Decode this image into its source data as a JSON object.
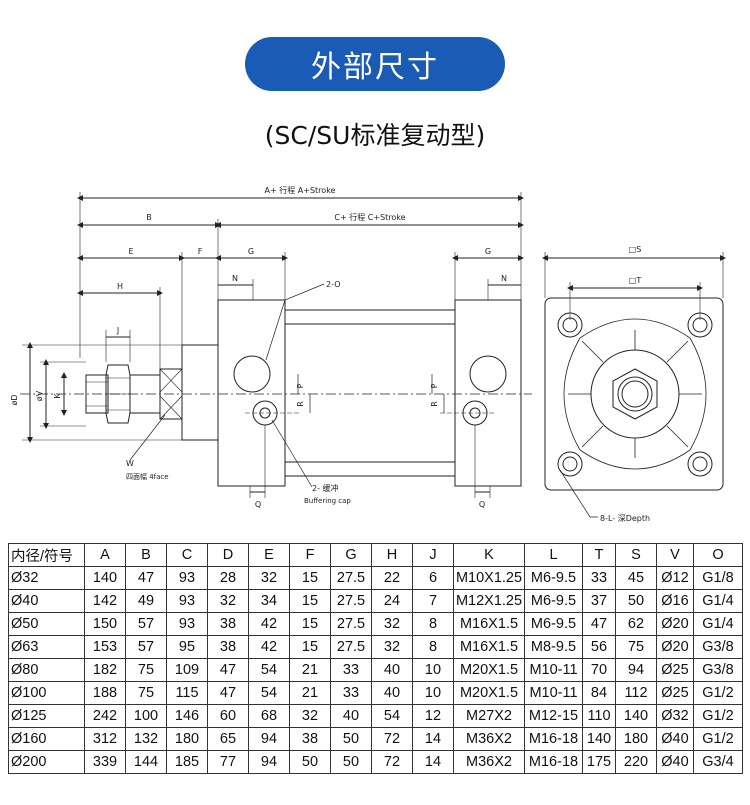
{
  "header": {
    "title": "外部尺寸",
    "subtitle": "(SC/SU标准复动型)"
  },
  "drawing": {
    "dim_labels": {
      "a_stroke": "A+ 行程 A+Stroke",
      "b": "B",
      "c_stroke": "C+ 行程 C+Stroke",
      "e": "E",
      "f": "F",
      "g_left": "G",
      "g_right": "G",
      "h": "H",
      "j": "J",
      "n_left": "N",
      "n_right": "N",
      "k": "K",
      "v": "øV",
      "d": "øD",
      "p_left": "P",
      "r_left": "R",
      "p_right": "P",
      "r_right": "R",
      "q_left": "Q",
      "q_right": "Q",
      "w": "W",
      "s": "□S",
      "t": "□T"
    },
    "annotations": {
      "two_o": "2-O",
      "two_buffer": "2- 缓冲",
      "buffering_cap": "Buffering cap",
      "four_face": "四面幅 4face",
      "eight_l": "8-L- 深Depth"
    }
  },
  "table": {
    "headers": [
      "内径/符号",
      "A",
      "B",
      "C",
      "D",
      "E",
      "F",
      "G",
      "H",
      "J",
      "K",
      "L",
      "T",
      "S",
      "V",
      "O"
    ],
    "rows": [
      [
        "Ø32",
        "140",
        "47",
        "93",
        "28",
        "32",
        "15",
        "27.5",
        "22",
        "6",
        "M10X1.25",
        "M6-9.5",
        "33",
        "45",
        "Ø12",
        "G1/8"
      ],
      [
        "Ø40",
        "142",
        "49",
        "93",
        "32",
        "34",
        "15",
        "27.5",
        "24",
        "7",
        "M12X1.25",
        "M6-9.5",
        "37",
        "50",
        "Ø16",
        "G1/4"
      ],
      [
        "Ø50",
        "150",
        "57",
        "93",
        "38",
        "42",
        "15",
        "27.5",
        "32",
        "8",
        "M16X1.5",
        "M6-9.5",
        "47",
        "62",
        "Ø20",
        "G1/4"
      ],
      [
        "Ø63",
        "153",
        "57",
        "95",
        "38",
        "42",
        "15",
        "27.5",
        "32",
        "8",
        "M16X1.5",
        "M8-9.5",
        "56",
        "75",
        "Ø20",
        "G3/8"
      ],
      [
        "Ø80",
        "182",
        "75",
        "109",
        "47",
        "54",
        "21",
        "33",
        "40",
        "10",
        "M20X1.5",
        "M10-11",
        "70",
        "94",
        "Ø25",
        "G3/8"
      ],
      [
        "Ø100",
        "188",
        "75",
        "115",
        "47",
        "54",
        "21",
        "33",
        "40",
        "10",
        "M20X1.5",
        "M10-11",
        "84",
        "112",
        "Ø25",
        "G1/2"
      ],
      [
        "Ø125",
        "242",
        "100",
        "146",
        "60",
        "68",
        "32",
        "40",
        "54",
        "12",
        "M27X2",
        "M12-15",
        "110",
        "140",
        "Ø32",
        "G1/2"
      ],
      [
        "Ø160",
        "312",
        "132",
        "180",
        "65",
        "94",
        "38",
        "50",
        "72",
        "14",
        "M36X2",
        "M16-18",
        "140",
        "180",
        "Ø40",
        "G1/2"
      ],
      [
        "Ø200",
        "339",
        "144",
        "185",
        "77",
        "94",
        "50",
        "50",
        "72",
        "14",
        "M36X2",
        "M16-18",
        "175",
        "220",
        "Ø40",
        "G3/4"
      ]
    ]
  }
}
